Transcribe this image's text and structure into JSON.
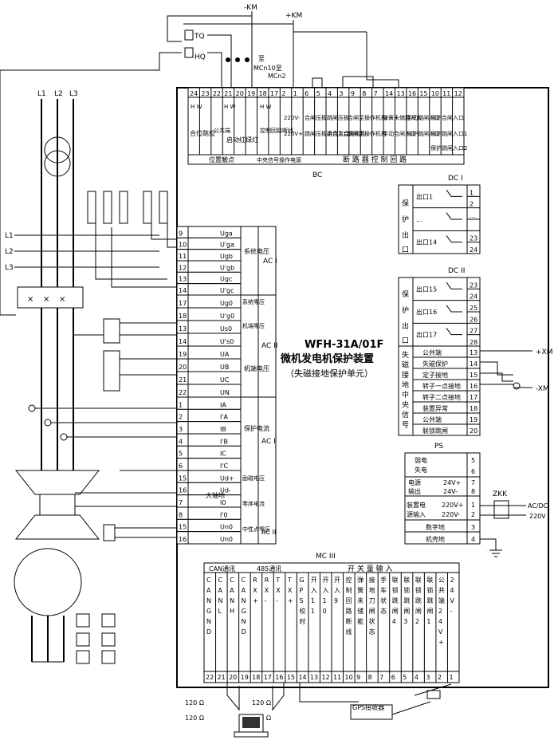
{
  "top": {
    "minus_km": "-KM",
    "plus_km": "+KM",
    "tq": "TQ",
    "hq": "HQ",
    "mcn_label_1": "至",
    "mcn_label_2": "MCn10至",
    "mcn_label_3": "MCn2"
  },
  "phases": [
    "L1",
    "L2",
    "L3"
  ],
  "side_phases": [
    "L1",
    "L2",
    "L3"
  ],
  "top_terminals": {
    "numbers": [
      "24",
      "23",
      "22",
      "21",
      "20",
      "19",
      "18",
      "17",
      "2",
      "1",
      "6",
      "5",
      "4",
      "3",
      "9",
      "8",
      "7",
      "14",
      "13",
      "16",
      "15",
      "10",
      "11",
      "12"
    ],
    "labels": {
      "hw": "H W",
      "hw2": "H W",
      "hw3": "H W",
      "v220_minus": "220V-",
      "v220_plus": "220V+",
      "close_board": "合闸压板",
      "close_manual": "跳闸压板手合入口",
      "trip_board": "跳闸压板",
      "trip_coil": "跳位至合闸机构",
      "close_mech": "合闸至操作机构",
      "trip_mech": "跳闸至操作机构",
      "open_spring": "弹簧未储能开入",
      "manual_close": "手动合闸入口",
      "manual_trip": "手动跳闸入口",
      "protect_trip": "保护跳闸入口",
      "protect_close": "保护合闸入口",
      "protect_trip1": "保护跳闸入口1",
      "protect_trip2": "保护跳闸入口2",
      "close_pos": "合位",
      "trip_pos": "跳位",
      "common": "公共端",
      "start_light": "启动红绿灯",
      "ctrl_loop": "控制回路断线",
      "pos_contact": "位置触点",
      "central_signal": "中央信号",
      "ops_power": "操作电源",
      "breaker_ctrl": "断 路 器 控 制 回 路"
    }
  },
  "bc": "BC",
  "ac1": {
    "section": "AC I",
    "group": "系统电压",
    "rows": [
      {
        "num": "9",
        "sig": "Uga"
      },
      {
        "num": "10",
        "sig": "U'ga"
      },
      {
        "num": "11",
        "sig": "Ugb"
      },
      {
        "num": "12",
        "sig": "U'gb"
      },
      {
        "num": "13",
        "sig": "Ugc"
      },
      {
        "num": "14",
        "sig": "U'gc"
      }
    ]
  },
  "ac2": {
    "section": "AC II",
    "rows": [
      {
        "num": "17",
        "sig": "Ug0"
      },
      {
        "num": "18",
        "sig": "U'g0"
      },
      {
        "num": "13",
        "sig": "Us0"
      },
      {
        "num": "14",
        "sig": "U's0"
      },
      {
        "num": "19",
        "sig": "UA"
      },
      {
        "num": "20",
        "sig": "UB"
      },
      {
        "num": "21",
        "sig": "UC"
      },
      {
        "num": "22",
        "sig": "UN"
      }
    ],
    "zero_seq_system": "系统零压",
    "zero_seq_gen": "机端零压",
    "gen_voltage": "机端电压"
  },
  "ac_current": {
    "section": "AC I",
    "group": "保护电流",
    "rows": [
      {
        "num": "1",
        "sig": "IA"
      },
      {
        "num": "2",
        "sig": "I'A"
      },
      {
        "num": "3",
        "sig": "IB"
      },
      {
        "num": "4",
        "sig": "I'B"
      },
      {
        "num": "5",
        "sig": "IC"
      },
      {
        "num": "6",
        "sig": "I'C"
      },
      {
        "num": "15",
        "sig": "Ud+"
      },
      {
        "num": "16",
        "sig": "Ud-"
      },
      {
        "num": "7",
        "sig": "I0"
      },
      {
        "num": "8",
        "sig": "I'0"
      },
      {
        "num": "15",
        "sig": "Un0"
      },
      {
        "num": "16",
        "sig": "Un0"
      }
    ],
    "exc_voltage": "励磁电压",
    "zero_seq_current": "零序电流",
    "neutral_zero_voltage": "中性点零压",
    "big_shaft": "大轴地",
    "ac2_tag": "AC II"
  },
  "center": {
    "model": "WFH-31A/01F",
    "name": "微机发电机保护装置",
    "sub": "（失磁接地保护单元）"
  },
  "dc1": {
    "title": "DC I",
    "side": "保护出口",
    "rows": [
      {
        "label": "出口1",
        "nums": [
          "1",
          "2"
        ]
      },
      {
        "label": "...",
        "nums": [
          "...",
          ""
        ]
      },
      {
        "label": "出口14",
        "nums": [
          "23",
          "24"
        ]
      }
    ]
  },
  "dc2": {
    "title": "DC II",
    "side": "保护出口",
    "rows": [
      {
        "label": "出口15",
        "nums": [
          "23",
          "24"
        ]
      },
      {
        "label": "出口16",
        "nums": [
          "25",
          "26"
        ]
      },
      {
        "label": "出口17",
        "nums": [
          "27",
          "28"
        ]
      }
    ]
  },
  "signals": {
    "side": "失磁接地中央信号",
    "rows": [
      {
        "label": "公共端",
        "num": "13"
      },
      {
        "label": "失磁保护",
        "num": "14"
      },
      {
        "label": "定子接地",
        "num": "15"
      },
      {
        "label": "转子一点接地",
        "num": "16"
      },
      {
        "label": "转子二点接地",
        "num": "17"
      },
      {
        "label": "装置异常",
        "num": "18"
      },
      {
        "label": "公共端",
        "num": "19"
      },
      {
        "label": "联锁跳闸",
        "num": "20"
      }
    ],
    "plus_xm": "+XM",
    "minus_xm": "-XM"
  },
  "ps": {
    "title": "PS",
    "rows": [
      {
        "label": "弱电失电",
        "nums": [
          "5",
          "6"
        ]
      },
      {
        "label": "电源输出",
        "sub": [
          "24V+",
          "24V-"
        ],
        "nums": [
          "7",
          "8"
        ]
      },
      {
        "label": "装置电源输入",
        "sub": [
          "220V+",
          "220V-"
        ],
        "nums": [
          "1",
          "2"
        ]
      },
      {
        "label": "数字地",
        "nums": [
          "3"
        ]
      },
      {
        "label": "机壳地",
        "nums": [
          "4"
        ]
      }
    ],
    "zkk": "ZKK",
    "acdc": "AC/DC",
    "v220": "220V"
  },
  "mc3": {
    "title": "MC III",
    "can_group": "CAN通讯",
    "rs485_group": "485通讯",
    "switch_group": "开 关 量 输 入",
    "columns": [
      {
        "label": "CANGND",
        "num": "22"
      },
      {
        "label": "CANL",
        "num": "21"
      },
      {
        "label": "CANH",
        "num": "20"
      },
      {
        "label": "CANGND",
        "num": "19"
      },
      {
        "label": "RX+",
        "num": "18"
      },
      {
        "label": "RX-",
        "num": "17"
      },
      {
        "label": "TX-",
        "num": "16"
      },
      {
        "label": "TX+",
        "num": "15"
      },
      {
        "label": "GPS校时",
        "num": "14"
      },
      {
        "label": "开入11",
        "num": "13"
      },
      {
        "label": "开入10",
        "num": "12"
      },
      {
        "label": "开入9",
        "num": "11"
      },
      {
        "label": "控制回路断线",
        "num": "10"
      },
      {
        "label": "弹簧未储能",
        "num": "9"
      },
      {
        "label": "接地刀闸状态",
        "num": "8"
      },
      {
        "label": "手车状态",
        "num": "7"
      },
      {
        "label": "联锁跳闸4",
        "num": "6"
      },
      {
        "label": "联锁跳闸3",
        "num": "5"
      },
      {
        "label": "联锁跳闸2",
        "num": "4"
      },
      {
        "label": "联锁跳闸1",
        "num": "3"
      },
      {
        "label": "公共端24V+",
        "num": "2"
      },
      {
        "label": "24V-",
        "num": "1"
      }
    ],
    "res1": "120 Ω",
    "res2": "120 Ω",
    "res3": "120 Ω",
    "res4": "120 Ω",
    "gps": "GPS接收器"
  }
}
